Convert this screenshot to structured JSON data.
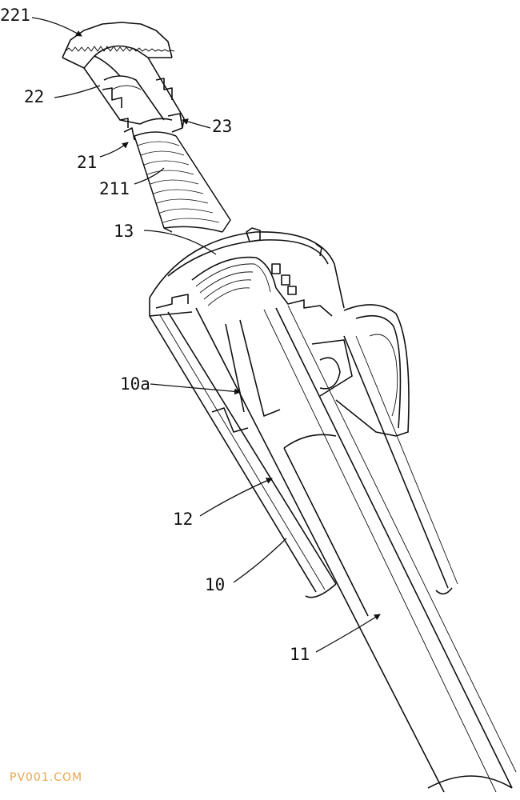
{
  "labels": {
    "l221": "221",
    "l22": "22",
    "l23": "23",
    "l21": "21",
    "l211": "211",
    "l13": "13",
    "l10a": "10a",
    "l12": "12",
    "l10": "10",
    "l11": "11"
  },
  "watermark": "PV001.COM",
  "colors": {
    "line": "#111111",
    "paper": "#ffffff",
    "watermark": "#e8a64a"
  }
}
